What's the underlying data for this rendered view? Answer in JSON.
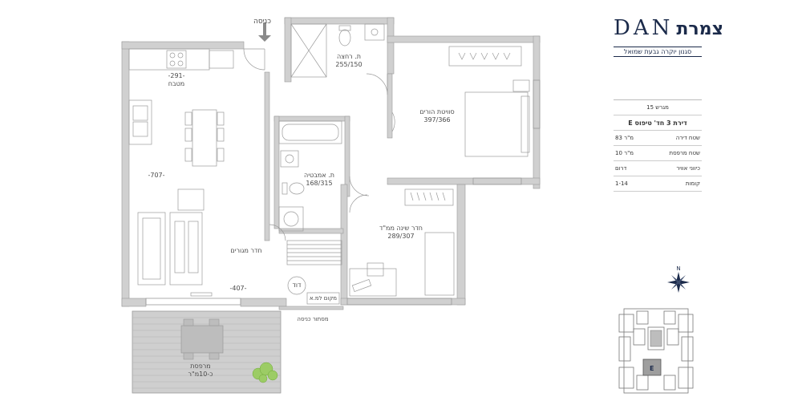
{
  "plan": {
    "entry_arrow_label": "כניסה",
    "rooms": [
      {
        "id": "shower",
        "name": "ת. רחצה",
        "dims": "255/150"
      },
      {
        "id": "kitchen",
        "name": "מטבח",
        "dims": "-291-"
      },
      {
        "id": "master",
        "name": "סוויטת הורים",
        "dims": "397/366"
      },
      {
        "id": "bath",
        "name": "ת. אמבטיה",
        "dims": "168/315"
      },
      {
        "id": "secure",
        "name": "חדר שינה ממ\"ד",
        "dims": "289/307"
      },
      {
        "id": "living",
        "name": "חדר מגורים",
        "dims": "-407-"
      }
    ],
    "living_side_dim": "-707-",
    "laundry_label": "דוד",
    "service_label": "מקום למ.א",
    "service_entry_label": "מסתור כניסה",
    "balcony_name": "מרפסת",
    "balcony_area": "כ-10מ\"ר"
  },
  "brand": {
    "logo_latin": "DAN",
    "logo_hebrew": "צמרת",
    "tagline": "סגנון יוקרה גבעת שמואל"
  },
  "specs": {
    "floors": "מגרש 15",
    "title": "דירת 3 חד' טיפוס E",
    "rows": [
      {
        "label": "שטח דירה",
        "value": "83 מ\"ר"
      },
      {
        "label": "שטח מרפסת",
        "value": "10 מ\"ר"
      },
      {
        "label": "כיווני אוויר",
        "value": "דרום"
      },
      {
        "label": "קומות",
        "value": "1-14"
      }
    ]
  },
  "compass": {
    "north_label": "N"
  },
  "keyplan": {
    "unit_label": "E"
  },
  "colors": {
    "wall": "#c8c8c8",
    "wall_stroke": "#9a9a9a",
    "line": "#9a9a9a",
    "brand": "#1b2a4a",
    "tree": "#9ccc65"
  }
}
